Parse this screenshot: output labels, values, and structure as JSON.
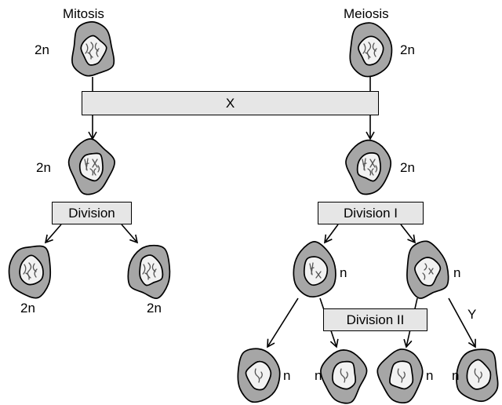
{
  "headings": {
    "left": "Mitosis",
    "right": "Meiosis"
  },
  "process_box": "X",
  "division_boxes": {
    "mitosis": "Division",
    "meiosis_first": "Division I",
    "meiosis_second": "Division II"
  },
  "branch_label": "Y",
  "ploidy": {
    "mitosis_parent": "2n",
    "meiosis_parent": "2n",
    "mitosis_replicated": "2n",
    "meiosis_replicated": "2n",
    "mitosis_daughter_left": "2n",
    "mitosis_daughter_right": "2n",
    "meiosis_secondary_left": "n",
    "meiosis_secondary_right": "n",
    "gamete_1": "n",
    "gamete_2": "n",
    "gamete_3": "n",
    "gamete_4": "n"
  },
  "colors": {
    "cell_body": "#a6a6a6",
    "nucleus": "#f2f2f2",
    "box_fill": "#e6e6e6",
    "outline": "#000000",
    "chromosome": "#555555"
  }
}
